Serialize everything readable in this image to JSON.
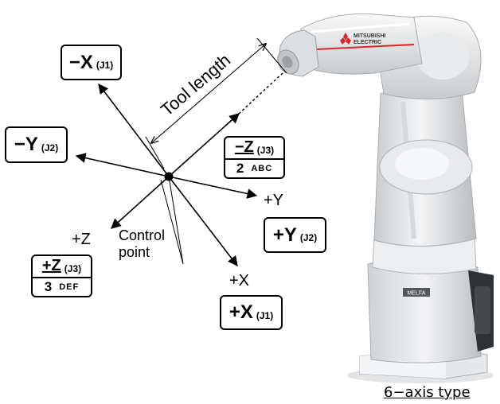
{
  "keys": {
    "minus_x": {
      "main": "−X",
      "sub": "(J1)"
    },
    "minus_y": {
      "main": "−Y",
      "sub": "(J2)"
    },
    "plus_y": {
      "main": "+Y",
      "sub": "(J2)"
    },
    "plus_x": {
      "main": "+X",
      "sub": "(J1)"
    },
    "minus_z": {
      "main": "−Z",
      "sub": "(J3)",
      "num": "2",
      "letters": "ABC"
    },
    "plus_z": {
      "main": "+Z",
      "sub": "(J3)",
      "num": "3",
      "letters": "DEF"
    }
  },
  "axis_labels": {
    "plus_z": "+Z",
    "plus_y": "+Y",
    "plus_x": "+X"
  },
  "labels": {
    "tool_length": "Tool length",
    "control_point_line1": "Control",
    "control_point_line2": "point",
    "caption": "6−axis type"
  },
  "robot": {
    "brand_line1": "MITSUBISHI",
    "brand_line2": "ELECTRIC",
    "base_label": "MELFA",
    "body_color": "#eef0f1",
    "accent_color": "#d9262c"
  }
}
